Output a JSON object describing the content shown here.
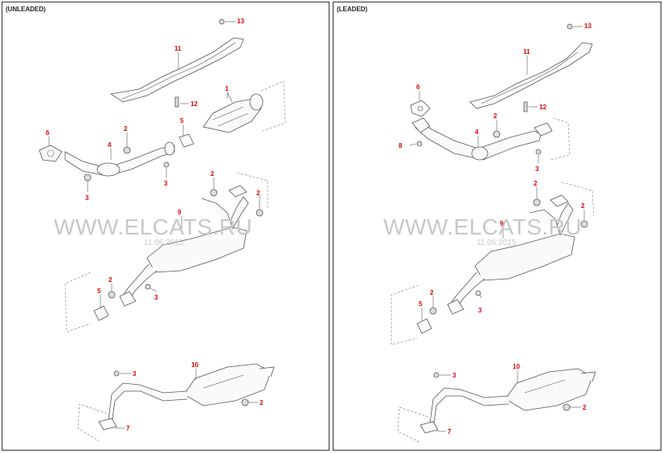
{
  "panels": {
    "left": {
      "title": "(UNLEADED)",
      "callouts": {
        "c13": "13",
        "c11": "11",
        "c12": "12",
        "c1": "1",
        "c6": "6",
        "c2a": "2",
        "c4": "4",
        "c5a": "5",
        "c3a": "3",
        "c3b": "3",
        "c2b": "2",
        "c2c": "2",
        "c9": "9",
        "c2d": "2",
        "c5b": "5",
        "c3c": "3",
        "c10": "10",
        "c3d": "3",
        "c2e": "2",
        "c7": "7"
      }
    },
    "right": {
      "title": "(LEADED)",
      "callouts": {
        "c13": "13",
        "c11": "11",
        "c12": "12",
        "c6": "6",
        "c2a": "2",
        "c4": "4",
        "c8": "8",
        "c3a": "3",
        "c2b": "2",
        "c2c": "2",
        "c9": "9",
        "c2d": "2",
        "c5": "5",
        "c3b": "3",
        "c10": "10",
        "c3c": "3",
        "c2e": "2",
        "c7": "7"
      }
    }
  },
  "watermark": {
    "text": "WWW.ELCATS.RU",
    "date": "11.06.2015"
  }
}
